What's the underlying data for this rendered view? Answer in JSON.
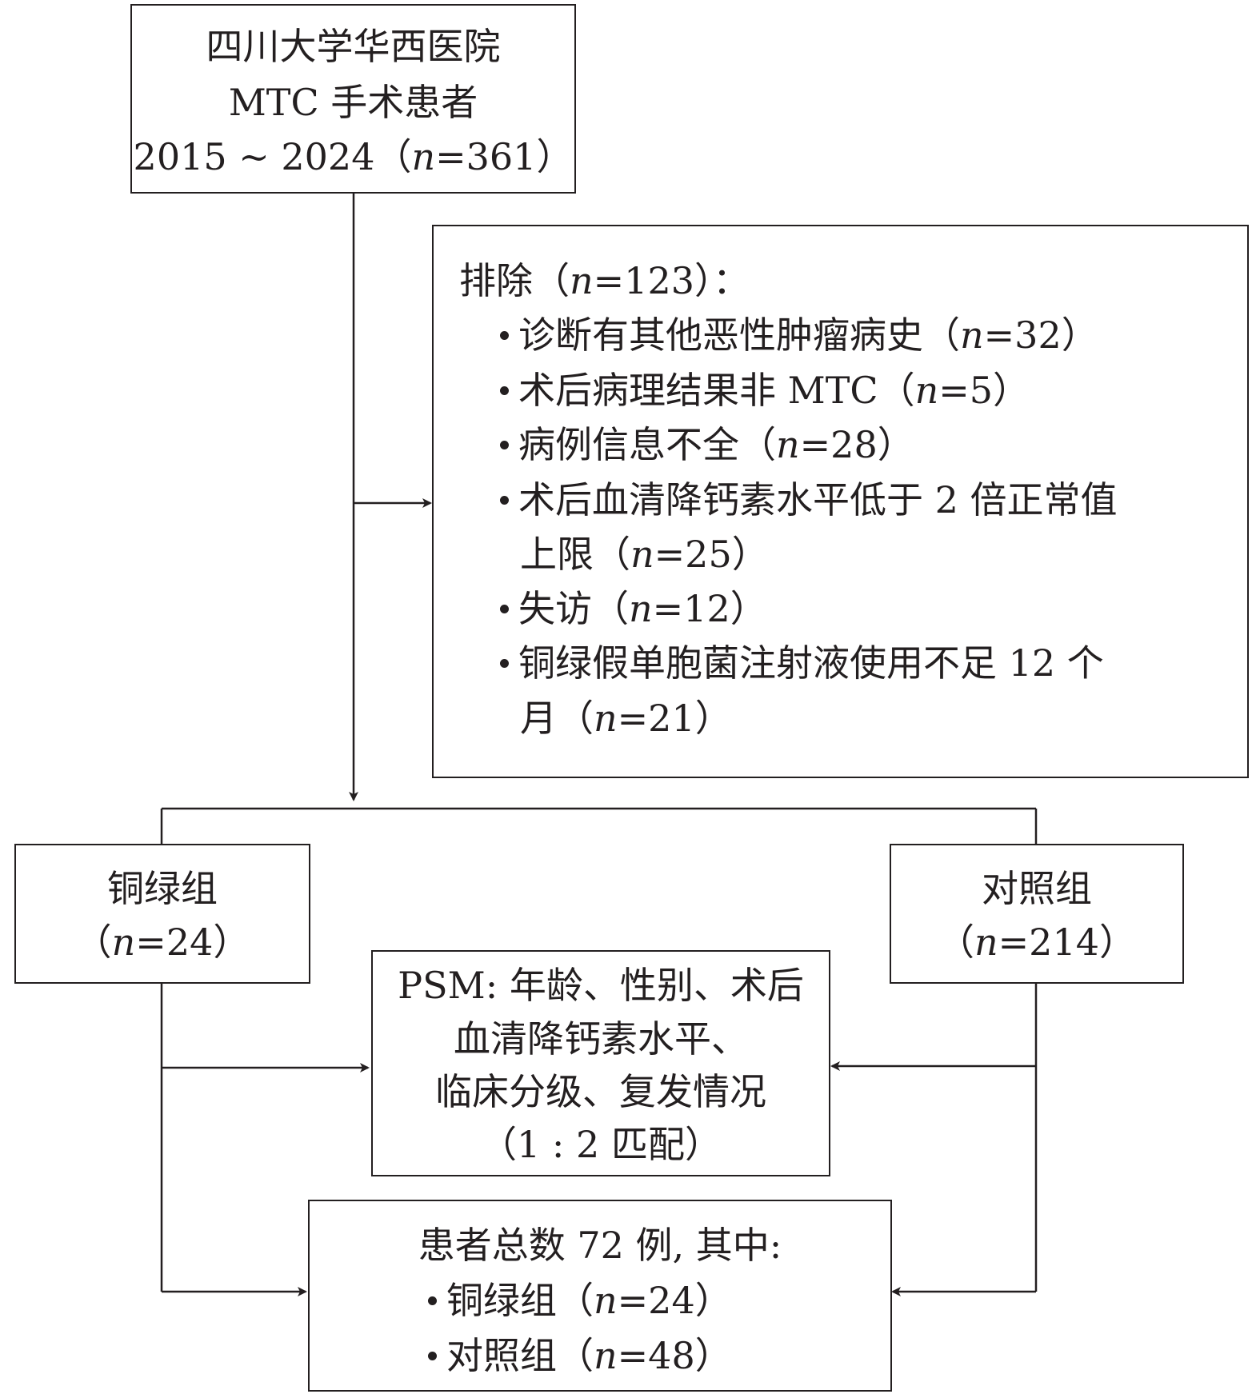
{
  "source_box": {
    "line1": "四川大学华西医院",
    "line2": "MTC 手术患者",
    "line3_pre": "2015 ~ 2024（",
    "line3_n": "n",
    "line3_post": "=361）"
  },
  "exclusion_box": {
    "title_pre": "排除（",
    "title_n": "n",
    "title_post": "=123）：",
    "items": [
      {
        "text": "诊断有其他恶性肿瘤病史（",
        "n": "n",
        "post": "=32）"
      },
      {
        "text": "术后病理结果非 MTC（",
        "n": "n",
        "post": "=5）"
      },
      {
        "text": "病例信息不全（",
        "n": "n",
        "post": "=28）"
      },
      {
        "text": "术后血清降钙素水平低于 2 倍正常值",
        "cont_pre": "上限（",
        "n": "n",
        "post": "=25）"
      },
      {
        "text": "失访（",
        "n": "n",
        "post": "=12）"
      },
      {
        "text": "铜绿假单胞菌注射液使用不足 12 个",
        "cont_pre": "月（",
        "n": "n",
        "post": "=21）"
      }
    ]
  },
  "group_left": {
    "name": "铜绿组",
    "count_pre": "（",
    "n": "n",
    "count_post": "=24）"
  },
  "group_right": {
    "name": "对照组",
    "count_pre": "（",
    "n": "n",
    "count_post": "=214）"
  },
  "psm_box": {
    "line1": "PSM: 年龄、性别、术后",
    "line2": "血清降钙素水平、",
    "line3": "临床分级、复发情况",
    "line4": "（1 : 2 匹配）"
  },
  "total_box": {
    "line1": "患者总数 72 例, 其中:",
    "items": [
      {
        "pre": "铜绿组（",
        "n": "n",
        "post": "=24）"
      },
      {
        "pre": "对照组（",
        "n": "n",
        "post": "=48）"
      }
    ]
  },
  "colors": {
    "stroke": "#231f20",
    "background": "#ffffff"
  }
}
